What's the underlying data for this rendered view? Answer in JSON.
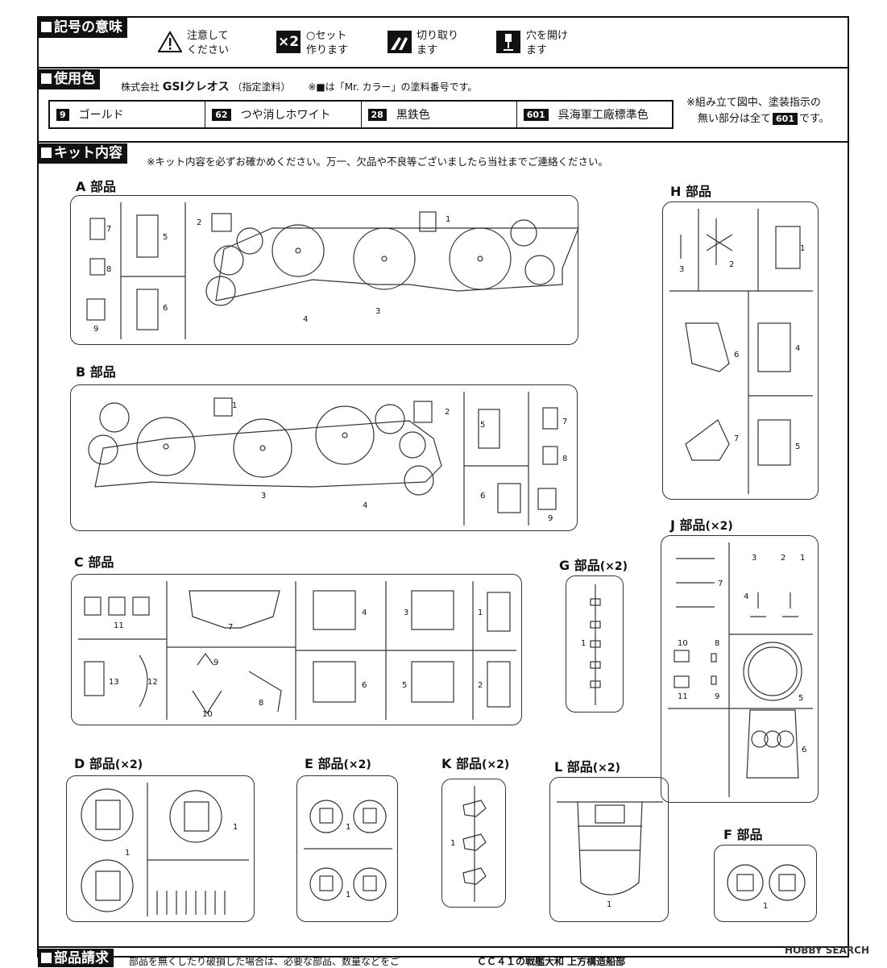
{
  "sections": {
    "symbols": "記号の意味",
    "colors": "使用色",
    "kit": "キット内容",
    "request": "部品請求"
  },
  "symbols": [
    {
      "icon": "caution-icon",
      "label": "注意して\nください"
    },
    {
      "icon": "times-two-icon",
      "badge": "×2",
      "label": "○セット\n作ります"
    },
    {
      "icon": "cut-icon",
      "label": "切り取り\nます"
    },
    {
      "icon": "drill-icon",
      "label": "穴を開け\nます"
    }
  ],
  "colors_note": {
    "maker": "株式会社",
    "brand": "GSIクレオス",
    "paren": "（指定塗料）",
    "mr": "※■は「Mr. カラー」の塗料番号です。"
  },
  "paints": [
    {
      "num": "9",
      "name": "ゴールド"
    },
    {
      "num": "62",
      "name": "つや消しホワイト"
    },
    {
      "num": "28",
      "name": "黒鉄色"
    },
    {
      "num": "601",
      "name": "呉海軍工廠標準色"
    }
  ],
  "paint_remark": {
    "line1": "※組み立て図中、塗装指示の",
    "line2a": "無い部分は全て",
    "line2num": "601",
    "line2b": "です。"
  },
  "kit_note": "※キット内容を必ずお確かめください。万一、欠品や不良等ございましたら当社までご連絡ください。",
  "parts": {
    "A": {
      "title": "A 部品",
      "mult": ""
    },
    "B": {
      "title": "B 部品",
      "mult": ""
    },
    "C": {
      "title": "C 部品",
      "mult": ""
    },
    "D": {
      "title": "D 部品",
      "mult": "(×2)"
    },
    "E": {
      "title": "E 部品",
      "mult": "(×2)"
    },
    "F": {
      "title": "F 部品",
      "mult": ""
    },
    "G": {
      "title": "G 部品",
      "mult": "(×2)"
    },
    "H": {
      "title": "H 部品",
      "mult": ""
    },
    "J": {
      "title": "J 部品",
      "mult": "(×2)"
    },
    "K": {
      "title": "K 部品",
      "mult": "(×2)"
    },
    "L": {
      "title": "L 部品",
      "mult": "(×2)"
    }
  },
  "bottom": {
    "left": "部品を無くしたり破損した場合は、必要な部品、数量などをご",
    "right": "ＣＣ４１の戦艦大和 上方構造船部"
  },
  "watermark": "HOBBY SEARCH"
}
